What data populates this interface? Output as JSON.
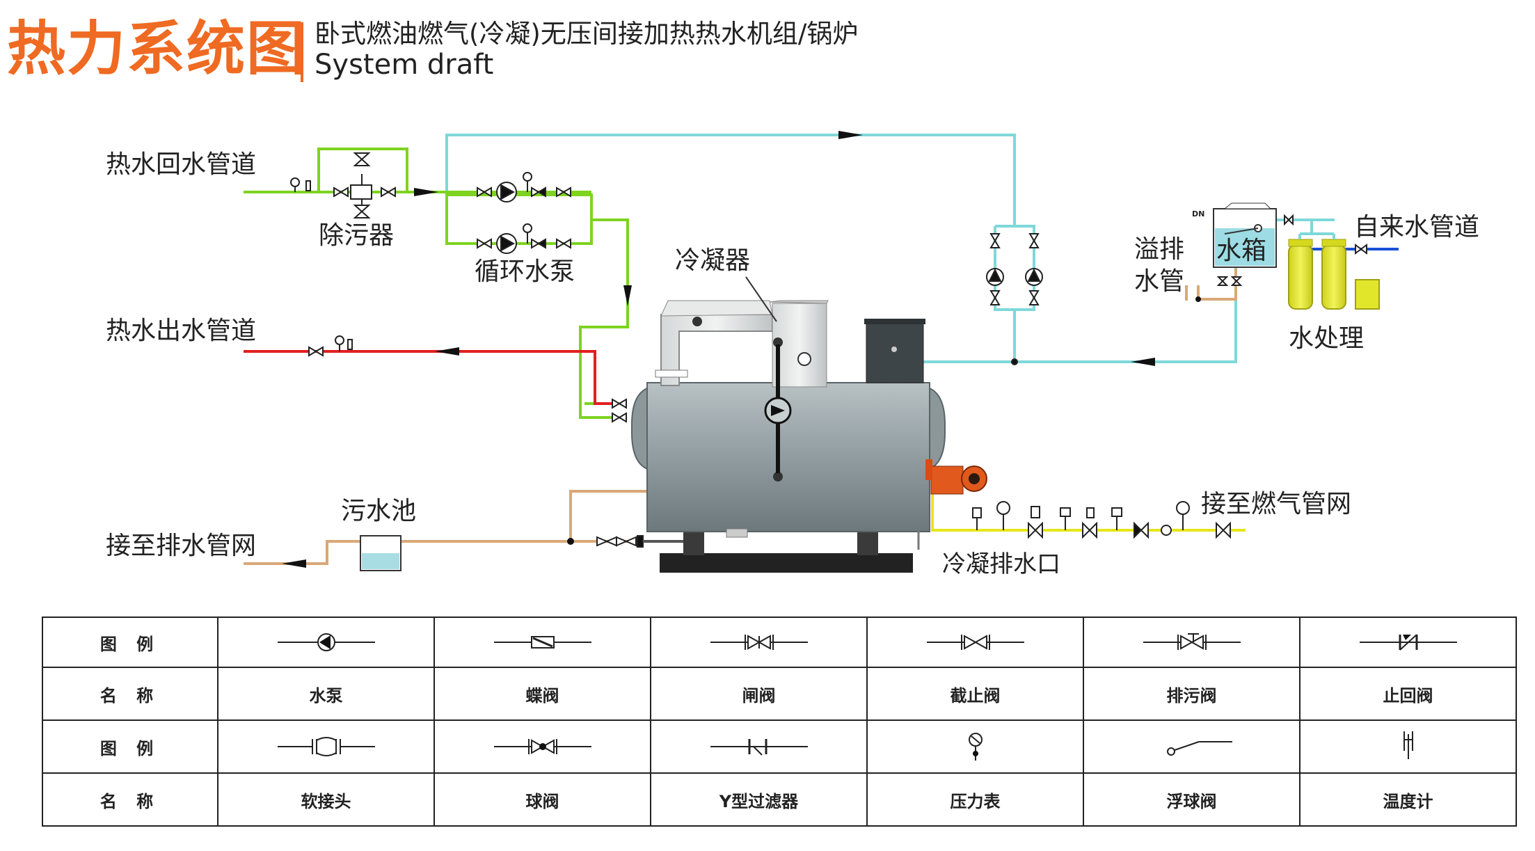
{
  "header": {
    "title": "热力系统图",
    "subtitle": "卧式燃油燃气(冷凝)无压间接加热热水机组/锅炉",
    "subtitle_en": "System draft"
  },
  "labels": {
    "return_pipe": "热水回水管道",
    "dirt_separator": "除污器",
    "circulation_pump": "循环水泵",
    "condenser": "冷凝器",
    "supply_pipe": "热水出水管道",
    "overflow_line1": "溢排",
    "overflow_line2": "水管",
    "water_tank": "水箱",
    "tap_water_pipe": "自来水管道",
    "water_treatment": "水处理",
    "sewage_pool": "污水池",
    "drain_network": "接至排水管网",
    "gas_network": "接至燃气管网",
    "condensate_drain": "冷凝排水口",
    "tank_dn": "DN"
  },
  "legend": {
    "head_symbol": "图 例",
    "head_name": "名 称",
    "row1": [
      "水泵",
      "蝶阀",
      "闸阀",
      "截止阀",
      "排污阀",
      "止回阀"
    ],
    "row2": [
      "软接头",
      "球阀",
      "Y型过滤器",
      "压力表",
      "浮球阀",
      "温度计"
    ],
    "icons_row1": [
      "pump-icon",
      "butterfly-valve-icon",
      "gate-valve-icon",
      "globe-valve-icon",
      "blowdown-valve-icon",
      "check-valve-icon"
    ],
    "icons_row2": [
      "flexible-joint-icon",
      "ball-valve-icon",
      "y-strainer-icon",
      "pressure-gauge-icon",
      "float-valve-icon",
      "thermometer-icon"
    ]
  },
  "colors": {
    "title_orange": "#ef6a22",
    "return_green": "#7ed321",
    "supply_red": "#e02020",
    "cold_cyan": "#7fd8d8",
    "drain_tan": "#d9a877",
    "gas_yellow": "#e6e619",
    "tap_blue": "#1a4fd6",
    "boiler_gray": "#8f9a9e",
    "treatment_yellow": "#e2e62a"
  }
}
